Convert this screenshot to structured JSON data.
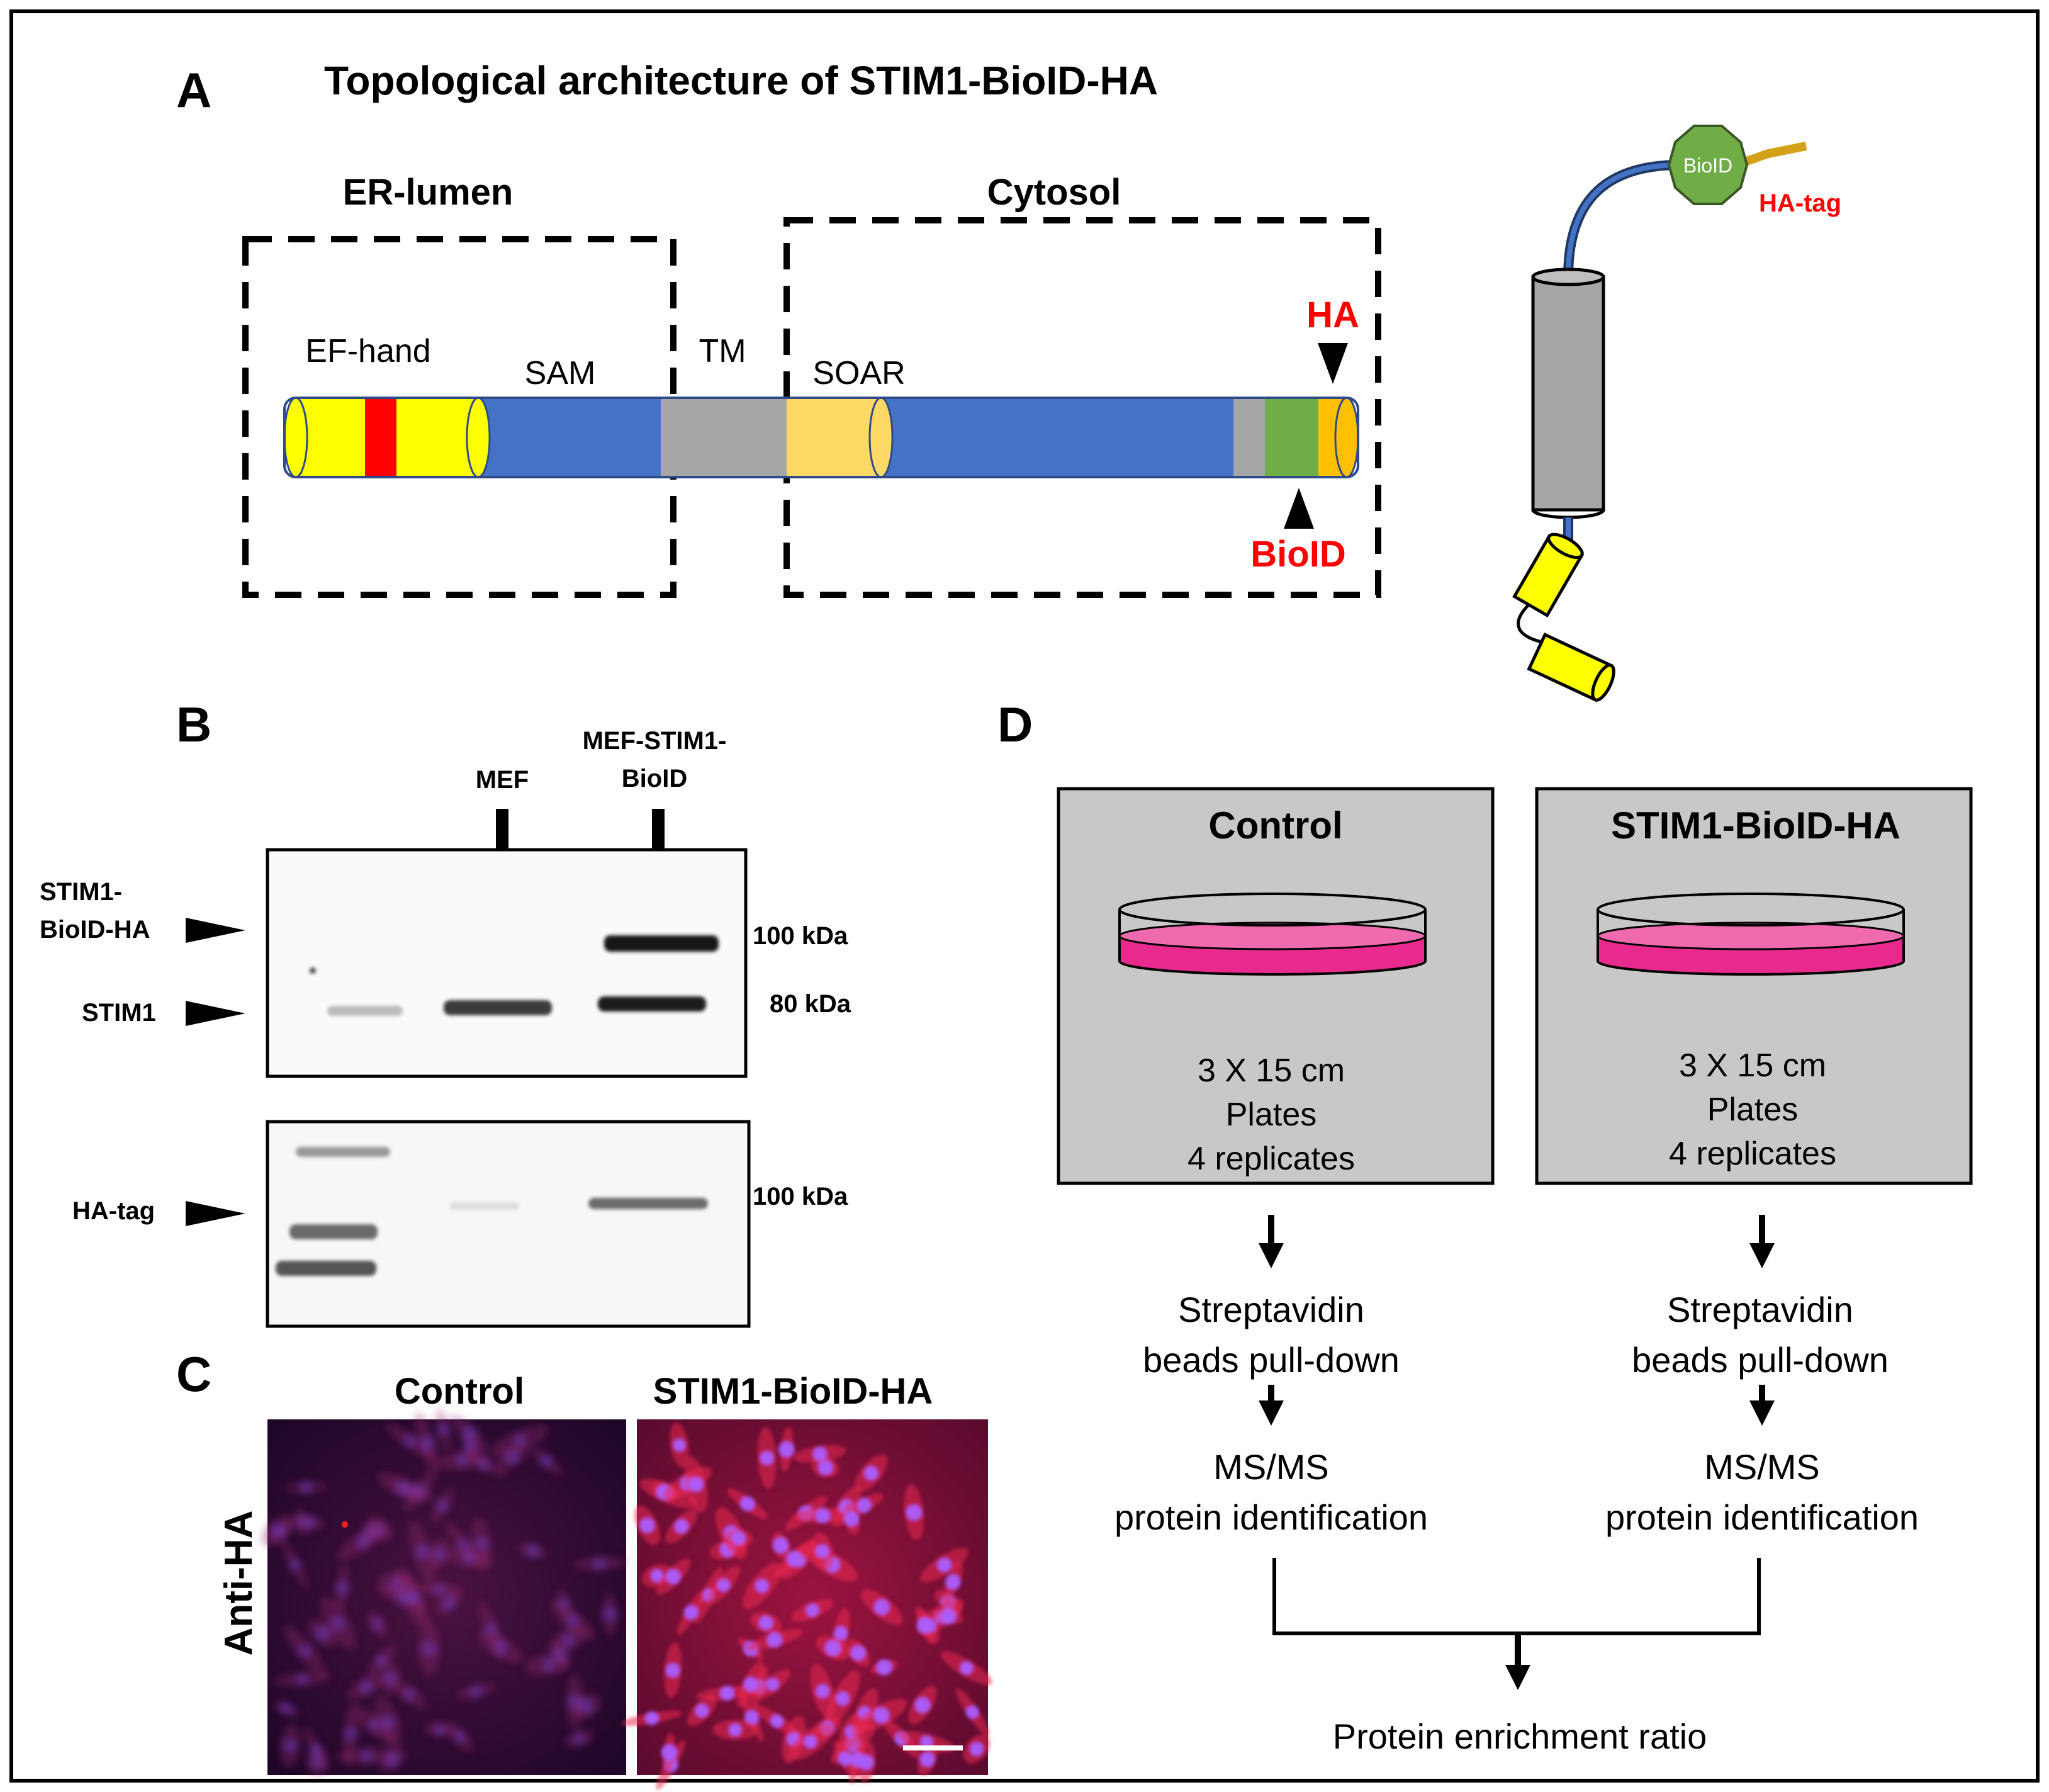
{
  "panelA": {
    "letter": "A",
    "title": "Topological architecture of STIM1-BioID-HA",
    "er_label": "ER-lumen",
    "cytosol_label": "Cytosol",
    "domains": {
      "ef": "EF-hand",
      "sam": "SAM",
      "tm": "TM",
      "soar": "SOAR"
    },
    "ha_label": "HA",
    "bioid_label": "BioID",
    "topo": {
      "bioid": "BioID",
      "hatag": "HA-tag"
    },
    "colors": {
      "ef_hand": "#FFFF00",
      "ef_core": "#FF0000",
      "sam_body": "#4472C4",
      "tm": "#A6A6A6",
      "soar": "#FFD966",
      "bioid": "#70AD47",
      "ha": "#FFC000",
      "annotation_red": "#FF0000"
    }
  },
  "panelB": {
    "letter": "B",
    "lane_mef": "MEF",
    "lane_stim_1": "MEF-STIM1-",
    "lane_stim_2": "BioID",
    "label_fusion_1": "STIM1-",
    "label_fusion_2": "BioID-HA",
    "label_stim1": "STIM1",
    "label_hatag": "HA-tag",
    "mw_100": "100 kDa",
    "mw_80": "80 kDa",
    "mw_100b": "100 kDa"
  },
  "panelC": {
    "letter": "C",
    "control": "Control",
    "stim": "STIM1-BioID-HA",
    "antibody": "Anti-HA"
  },
  "panelD": {
    "letter": "D",
    "control_title": "Control",
    "stim_title": "STIM1-BioID-HA",
    "plates_1": "3 X 15 cm",
    "plates_2": "Plates",
    "plates_3": "4 replicates",
    "step1_1": "Streptavidin",
    "step1_2": "beads pull-down",
    "step2_1": "MS/MS",
    "step2_2": "protein identification",
    "final": "Protein enrichment ratio",
    "colors": {
      "box": "#C8C8C8",
      "medium": "#E8298E"
    }
  }
}
